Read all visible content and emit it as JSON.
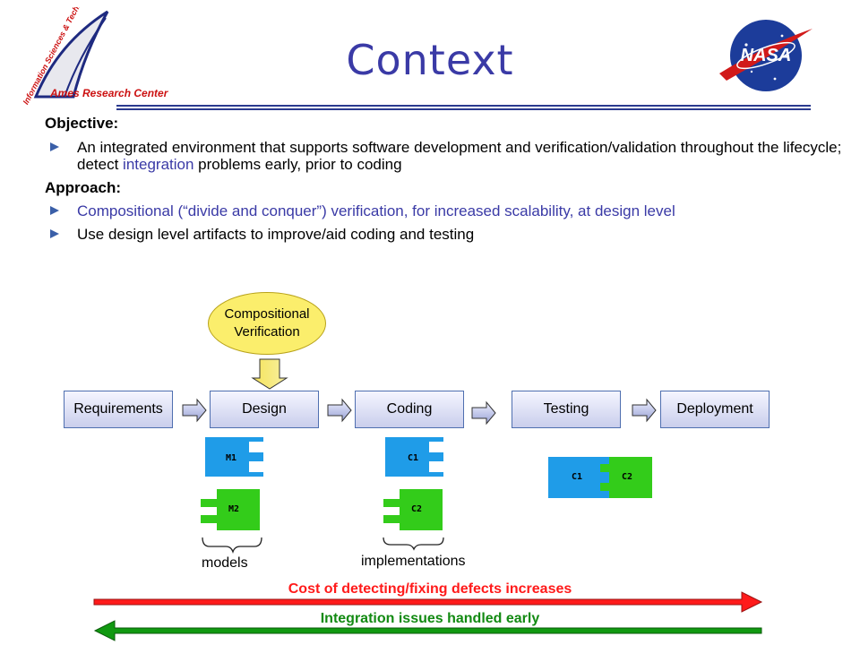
{
  "header": {
    "title": "Context",
    "org_logo": {
      "arc_text": "Information Sciences & Technology",
      "center_text": "Ames Research Center"
    },
    "agency_logo_text": "NASA"
  },
  "objective": {
    "heading": "Objective:",
    "bullet": {
      "text_before": "An integrated environment that supports software development and verification/validation throughout the lifecycle; detect ",
      "highlight": "integration",
      "text_after": " problems early, prior to coding"
    }
  },
  "approach": {
    "heading": "Approach:",
    "bullets": [
      "Compositional (“divide and conquer”) verification, for increased scalability, at design level",
      "Use design level artifacts to improve/aid coding and testing"
    ]
  },
  "diagram": {
    "oval": {
      "line1": "Compositional",
      "line2": "Verification"
    },
    "stages": [
      "Requirements",
      "Design",
      "Coding",
      "Testing",
      "Deployment"
    ],
    "components": {
      "m1": "M1",
      "m2": "M2",
      "c1": "C1",
      "c2": "C2",
      "combined_c1": "C1",
      "combined_c2": "C2"
    },
    "brace_labels": {
      "models": "models",
      "implementations": "implementations"
    }
  },
  "banners": {
    "cost": "Cost of detecting/fixing defects increases",
    "integration": "Integration issues handled early"
  },
  "colors": {
    "title": "#3a3aa6",
    "oval_fill": "#fbee6c",
    "component_blue": "#1f9ce8",
    "component_green": "#33cc1a",
    "cost_arrow": "#ff1a1a",
    "integration_arrow": "#119911",
    "banner_red": "#ff1a1a",
    "banner_green": "#128a12"
  }
}
